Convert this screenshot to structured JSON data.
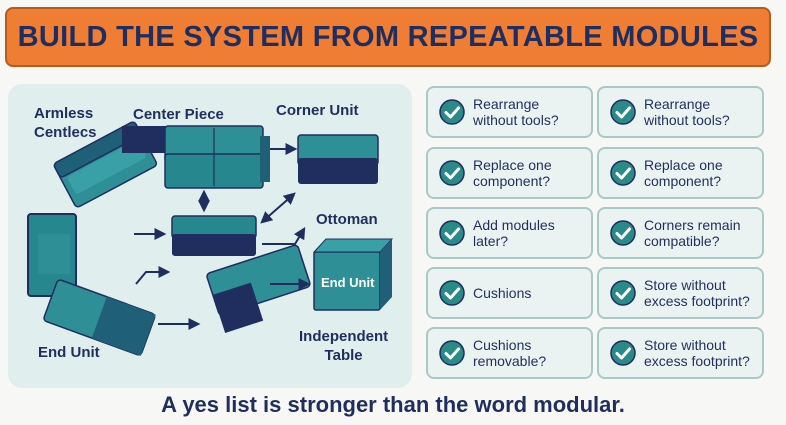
{
  "title": "BUILD THE SYSTEM FROM REPEATABLE MODULES",
  "diagram": {
    "labels": {
      "armless": "Armless\nCentlecs",
      "center": "Center Piece",
      "corner": "Corner Unit",
      "ottoman": "Ottoman",
      "end_unit_box": "End Unit",
      "independent": "Independent\nTable",
      "end_unit": "End Unit"
    }
  },
  "checklist": {
    "left": [
      "Rearrange\nwithout tools?",
      "Replace one\ncomponent?",
      "Add modules\nlater?",
      "Cushions",
      "Cushions\nremovable?"
    ],
    "right": [
      "Rearrange\nwithout tools?",
      "Replace one\ncomponent?",
      "Corners remain\ncompatible?",
      "Store without\nexcess footprint?",
      "Store without\nexcess footprint?"
    ]
  },
  "footer": "A yes list is stronger than the word modular.",
  "colors": {
    "accent": "#ef7d33",
    "navy": "#1f2e5e",
    "teal": "#27878f",
    "check": "#2a8a88"
  }
}
